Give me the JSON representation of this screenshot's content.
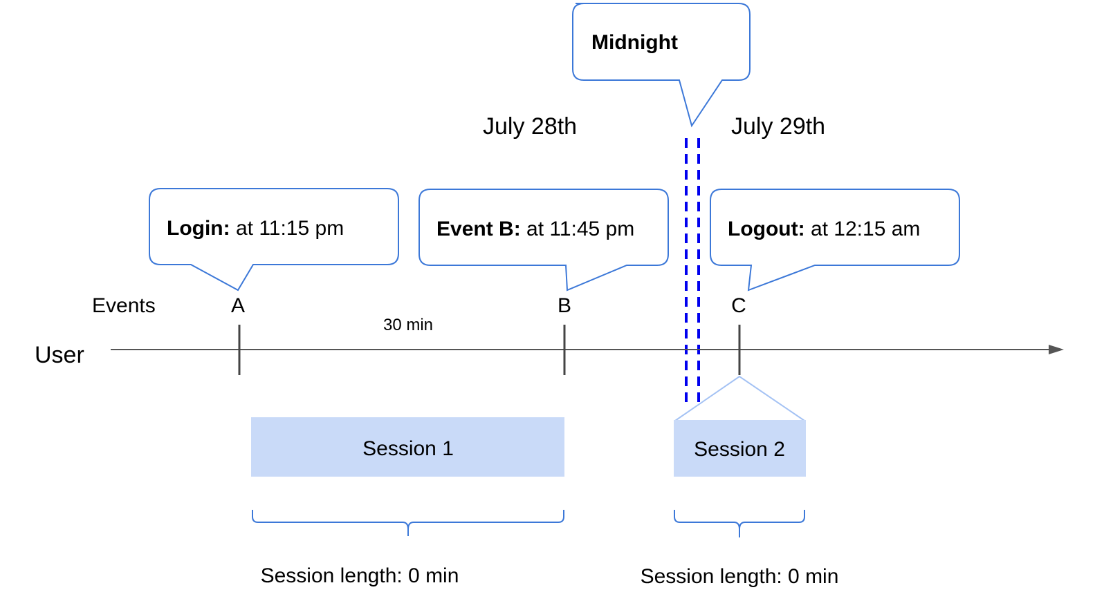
{
  "midnight": {
    "label": "Midnight"
  },
  "dates": {
    "before": "July 28th",
    "after": "July 29th"
  },
  "timeline": {
    "user_label": "User",
    "events_label": "Events",
    "gap_label": "30 min"
  },
  "events": [
    {
      "letter": "A",
      "name": "Login:",
      "time": " at 11:15 pm"
    },
    {
      "letter": "B",
      "name": "Event B:",
      "time": " at 11:45 pm"
    },
    {
      "letter": "C",
      "name": "Logout:",
      "time": " at 12:15 am"
    }
  ],
  "sessions": [
    {
      "label": "Session 1",
      "length": "Session length: 0 min"
    },
    {
      "label": "Session 2",
      "length": "Session length: 0 min"
    }
  ],
  "colors": {
    "callout_border": "#3c78d8",
    "session_fill": "#c9daf8",
    "midnight_dash": "#0000ee",
    "axis": "#555555",
    "tick": "#444444"
  }
}
